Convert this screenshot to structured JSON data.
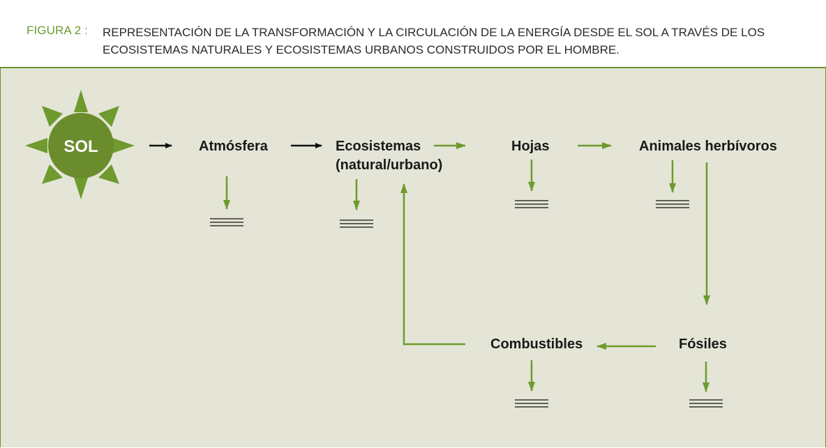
{
  "caption": {
    "label": "FIGURA 2 :",
    "line1": "REPRESENTACIÓN DE LA TRANSFORMACIÓN Y LA CIRCULACIÓN DE LA ENERGÍA DESDE EL SOL A TRAVÉS DE LOS",
    "line2": "ECOSISTEMAS NATURALES Y ECOSISTEMAS URBANOS CONSTRUIDOS POR EL HOMBRE."
  },
  "nodes": {
    "sol": "SOL",
    "atmosfera": "Atmósfera",
    "ecosistemas_line1": "Ecosistemas",
    "ecosistemas_line2": "(natural/urbano)",
    "hojas": "Hojas",
    "animales": "Animales herbívoros",
    "fosiles": "Fósiles",
    "combustibles": "Combustibles"
  },
  "colors": {
    "accent_green": "#6e9a2e",
    "sun_green": "#6a8c2c",
    "panel_bg": "#e4e5d6",
    "black_arrow": "#111111"
  }
}
